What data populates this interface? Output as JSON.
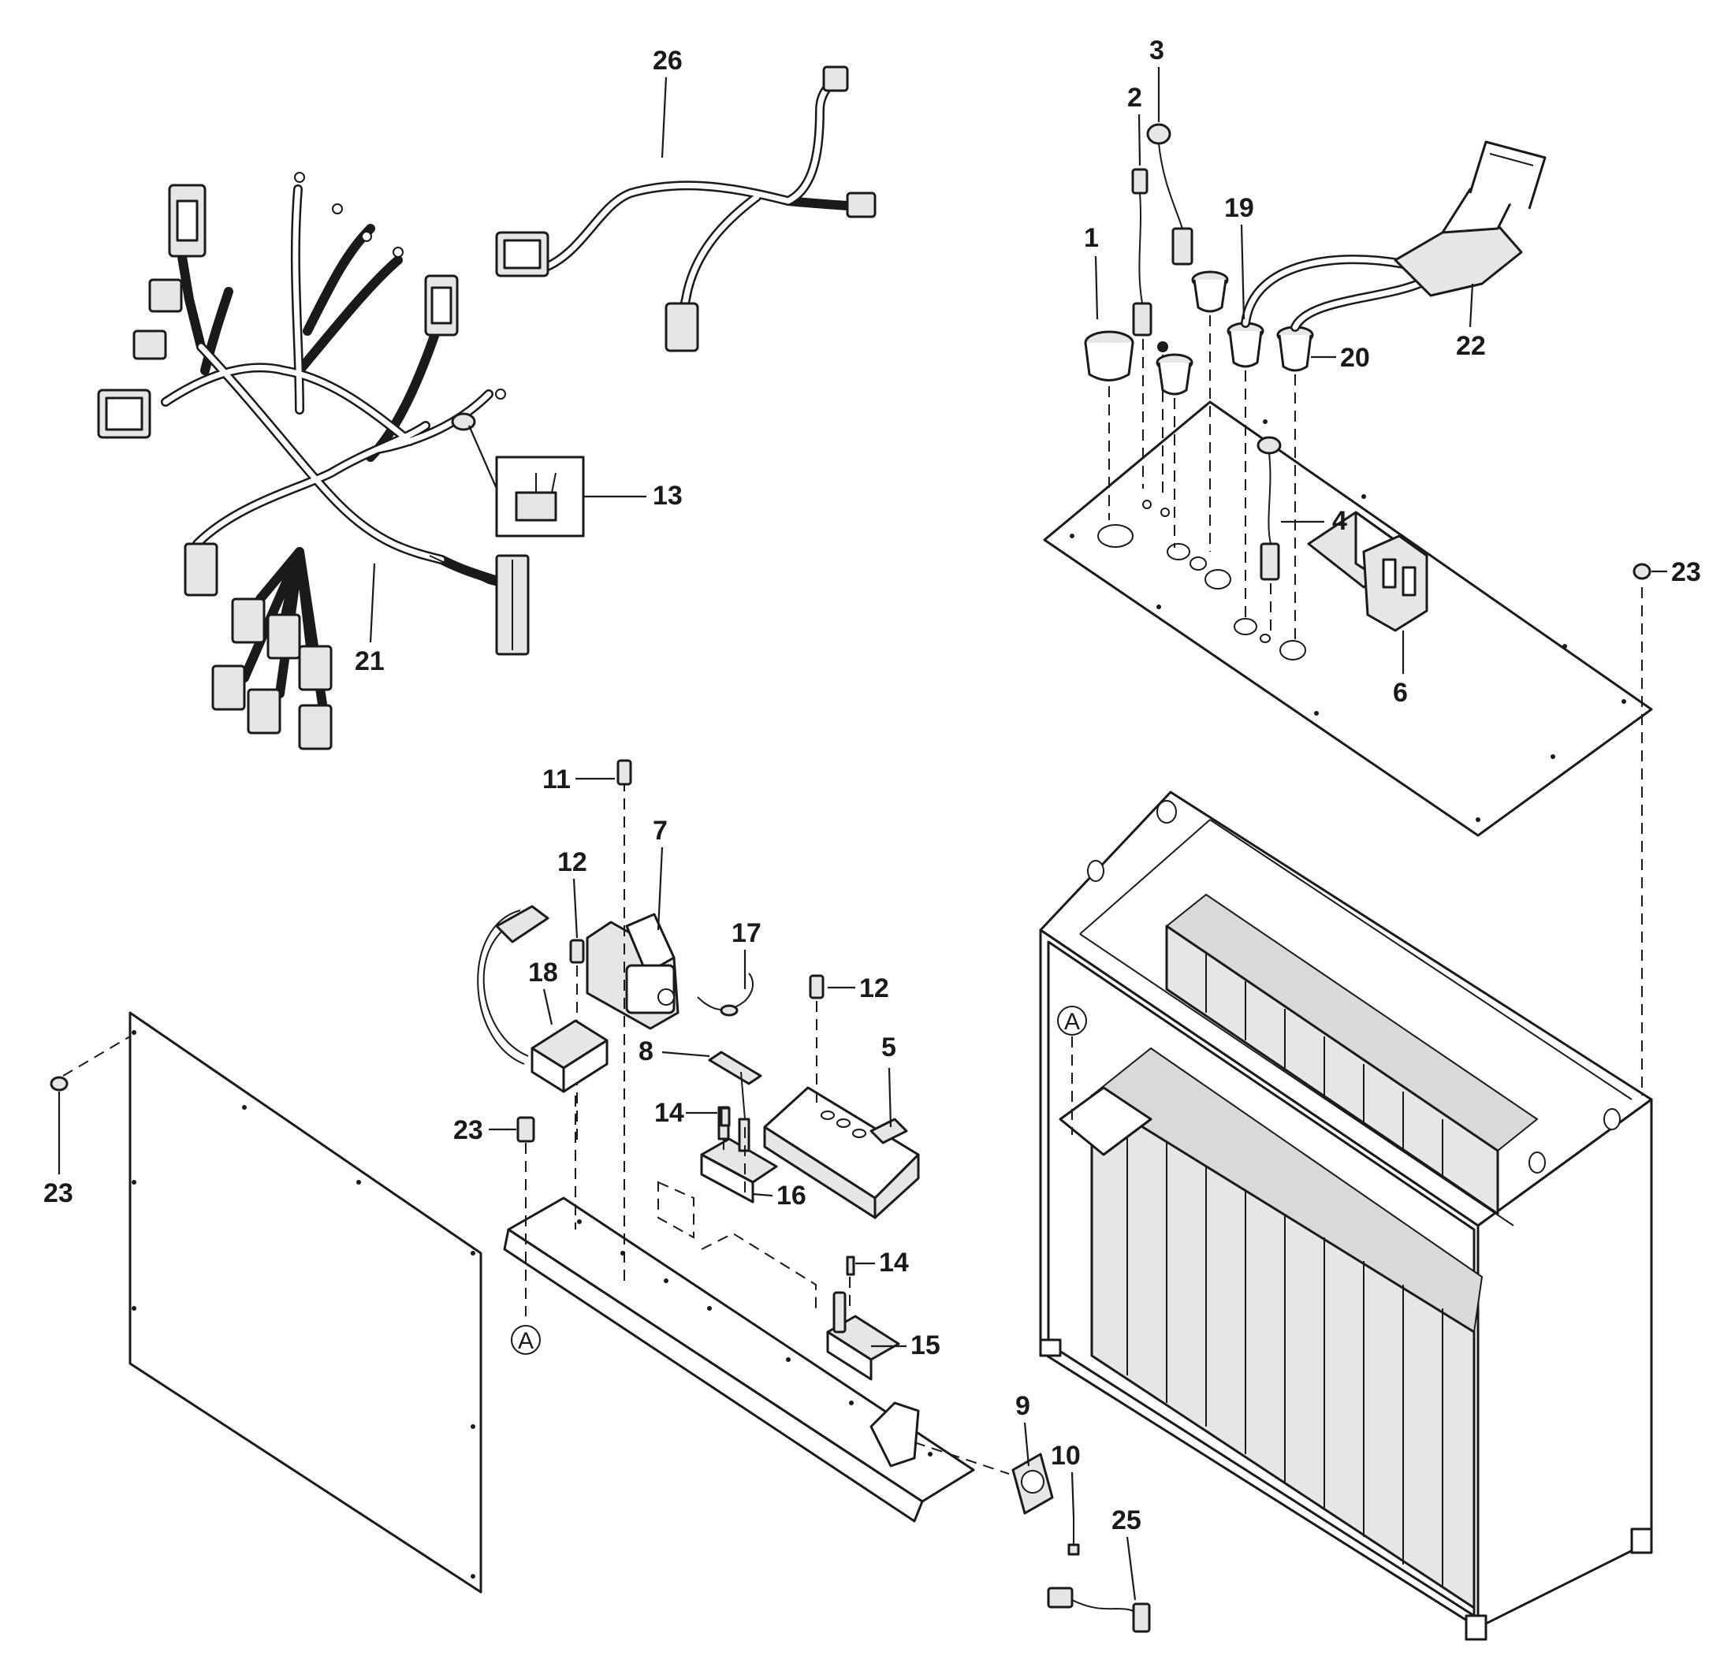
{
  "diagram": {
    "callouts": [
      {
        "id": "1",
        "label": "1"
      },
      {
        "id": "2",
        "label": "2"
      },
      {
        "id": "3",
        "label": "3"
      },
      {
        "id": "4",
        "label": "4"
      },
      {
        "id": "5",
        "label": "5"
      },
      {
        "id": "6",
        "label": "6"
      },
      {
        "id": "7",
        "label": "7"
      },
      {
        "id": "8",
        "label": "8"
      },
      {
        "id": "9",
        "label": "9"
      },
      {
        "id": "10",
        "label": "10"
      },
      {
        "id": "11",
        "label": "11"
      },
      {
        "id": "12a",
        "label": "12"
      },
      {
        "id": "12b",
        "label": "12"
      },
      {
        "id": "13",
        "label": "13"
      },
      {
        "id": "14a",
        "label": "14"
      },
      {
        "id": "14b",
        "label": "14"
      },
      {
        "id": "15",
        "label": "15"
      },
      {
        "id": "16",
        "label": "16"
      },
      {
        "id": "17",
        "label": "17"
      },
      {
        "id": "18",
        "label": "18"
      },
      {
        "id": "19",
        "label": "19"
      },
      {
        "id": "20",
        "label": "20"
      },
      {
        "id": "21",
        "label": "21"
      },
      {
        "id": "22",
        "label": "22"
      },
      {
        "id": "23a",
        "label": "23"
      },
      {
        "id": "23b",
        "label": "23"
      },
      {
        "id": "23c",
        "label": "23"
      },
      {
        "id": "25",
        "label": "25"
      },
      {
        "id": "26",
        "label": "26"
      }
    ],
    "reference_marks": [
      {
        "id": "A1",
        "label": "A"
      },
      {
        "id": "A2",
        "label": "A"
      }
    ]
  }
}
